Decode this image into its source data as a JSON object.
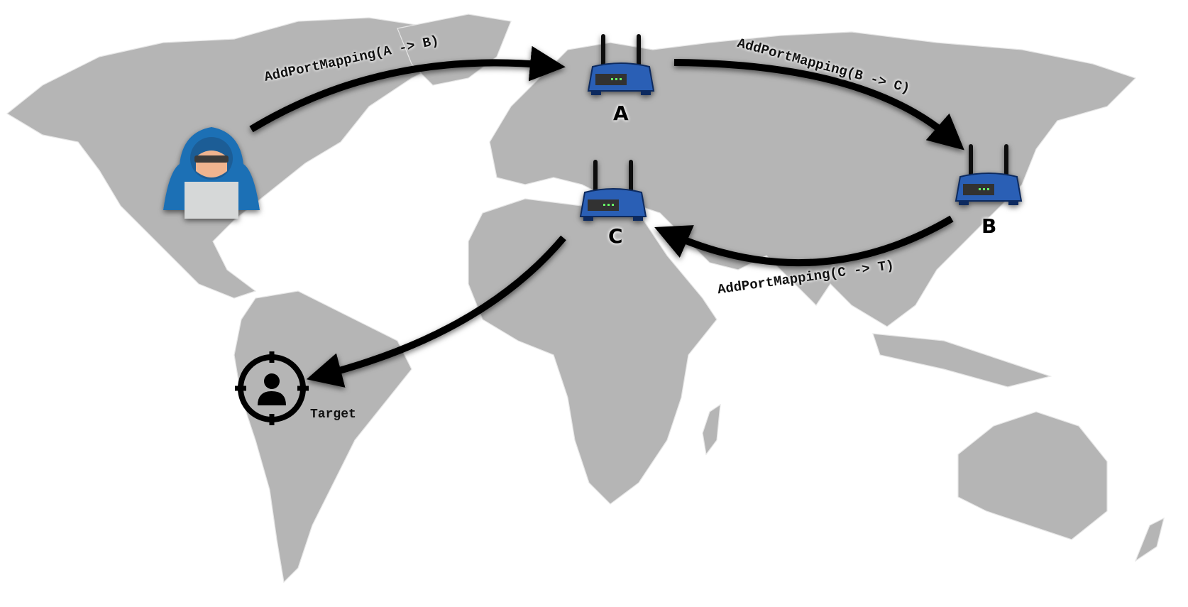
{
  "diagram": {
    "nodes": {
      "attacker": {
        "icon": "hacker-icon"
      },
      "router_a": {
        "label": "A",
        "icon": "router-icon"
      },
      "router_b": {
        "label": "B",
        "icon": "router-icon"
      },
      "router_c": {
        "label": "C",
        "icon": "router-icon"
      },
      "target": {
        "label": "Target",
        "icon": "target-user-icon"
      }
    },
    "edges": [
      {
        "from": "attacker",
        "to": "A",
        "label": "AddPortMapping(A -> B)"
      },
      {
        "from": "A",
        "to": "B",
        "label": "AddPortMapping(B -> C)"
      },
      {
        "from": "B",
        "to": "C",
        "label": "AddPortMapping(C -> T)"
      },
      {
        "from": "C",
        "to": "Target",
        "label": ""
      }
    ],
    "colors": {
      "land": "#b5b5b5",
      "border": "#e6e6e6",
      "router": "#2b5fb5",
      "hood": "#1f6fb5",
      "arrow": "#000000"
    }
  }
}
